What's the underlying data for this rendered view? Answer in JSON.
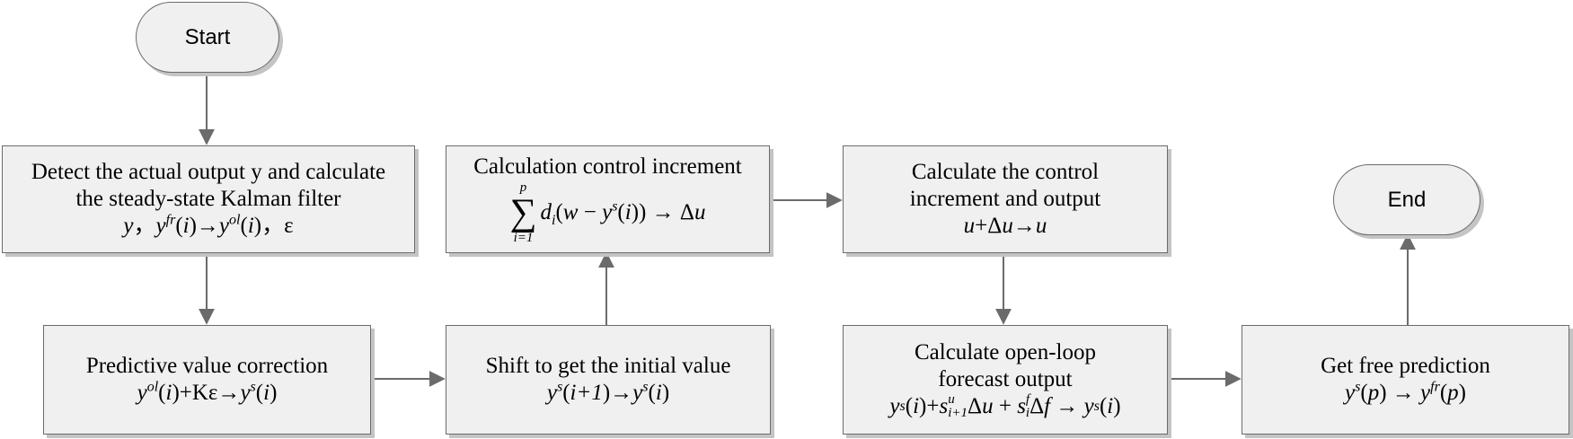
{
  "terminals": {
    "start": "Start",
    "end": "End"
  },
  "boxes": {
    "detect": {
      "line1": "Detect the actual output y and calculate",
      "line2": "the steady-state Kalman filter",
      "formula": "y，y^fr(i)→y^ol(i)，ε"
    },
    "predictive": {
      "line1": "Predictive value correction",
      "formula": "y^ol(i)+Kε→y^s(i)"
    },
    "shift": {
      "line1": "Shift to get the initial value",
      "formula": "y^s(i+1)→y^s(i)"
    },
    "calc_increment": {
      "line1": "Calculation control increment",
      "formula": "Σ_{i=1}^{p} d_i(w − y^s(i)) → Δu"
    },
    "control_output": {
      "line1": "Calculate the control",
      "line2": "increment and output",
      "formula": "u+Δu→u"
    },
    "open_loop": {
      "line1": "Calculate open-loop",
      "line2": "forecast output",
      "formula": "y^s(i)+s^u_{i+1}Δu + s^f_iΔf → y^s(i)"
    },
    "free_prediction": {
      "line1": "Get free prediction",
      "formula": "y^s(p) → y^fr(p)"
    }
  }
}
